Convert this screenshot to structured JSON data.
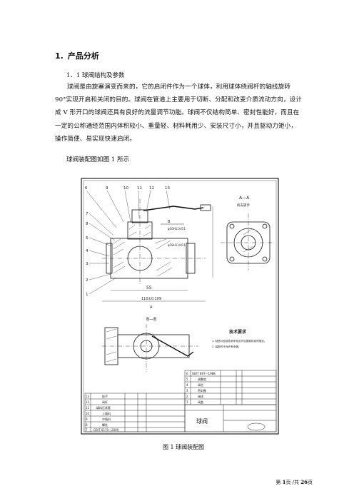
{
  "heading": {
    "number": "1.",
    "title": "产品分析"
  },
  "subheading": "1．1 球阀结构及参数",
  "paragraph": "球阀是由旋塞演变而来的，它的启闭件作为一个球体，利用球体绕阀杆的轴线旋转 90°实现开启和关闭的目的。球阀在管道上主要用于切断、分配和改变介质流动方向，设计成 V 形开口的球阀还具有良好的流量调节功能。球阀不仅结构简单、密封性能好，而且在一定的公称通经范围内体积较小、重量轻、材料耗用少、安装尺寸小，并且驱动力矩小，操作简便、易实现快速启闭。",
  "lead": "球阀装配图如图 1 所示",
  "caption": "图 1 球阀装配图",
  "footer": {
    "prefix": "第 ",
    "page": "1",
    "mid": "页 /共 ",
    "total": "26",
    "suffix": "页"
  },
  "drawing": {
    "view_label_aa": "A—A",
    "view_label_aa_sub": "拆去扳手",
    "view_label_bb": "B—B",
    "view_label_a": "A",
    "balloons": [
      "6",
      "9",
      "10",
      "11",
      "12",
      "13"
    ],
    "left_balloons": [
      "7",
      "8",
      "5",
      "4",
      "3",
      "2",
      "1"
    ],
    "dim_55": "55",
    "dim_bottom": "110±0.109",
    "tech_title": "技术要求",
    "tech_line1": "1. 制造与验收技术条件应符合国家标准的规定。",
    "tech_line2": "2. 装配时不允许有渗漏。",
    "title_name": "球阀",
    "parts_rows": [
      {
        "no": "13",
        "name": "扳手"
      },
      {
        "no": "12",
        "name": "阀杆"
      },
      {
        "no": "11",
        "name": "填料压紧套"
      },
      {
        "no": "10",
        "name": "上填料"
      },
      {
        "no": "9",
        "name": "中填料"
      },
      {
        "no": "8",
        "name": "螺柱"
      },
      {
        "no": "7",
        "name": "GB/T 6170—2000"
      }
    ],
    "upper_rows": [
      {
        "no": "6",
        "name": "GB/T 897—1988"
      },
      {
        "no": "5",
        "name": "调整垫"
      },
      {
        "no": "4",
        "name": "阀芯"
      },
      {
        "no": "3",
        "name": "密封圈"
      },
      {
        "no": "2",
        "name": "阀体"
      },
      {
        "no": "1",
        "name": "阀盖"
      }
    ]
  }
}
